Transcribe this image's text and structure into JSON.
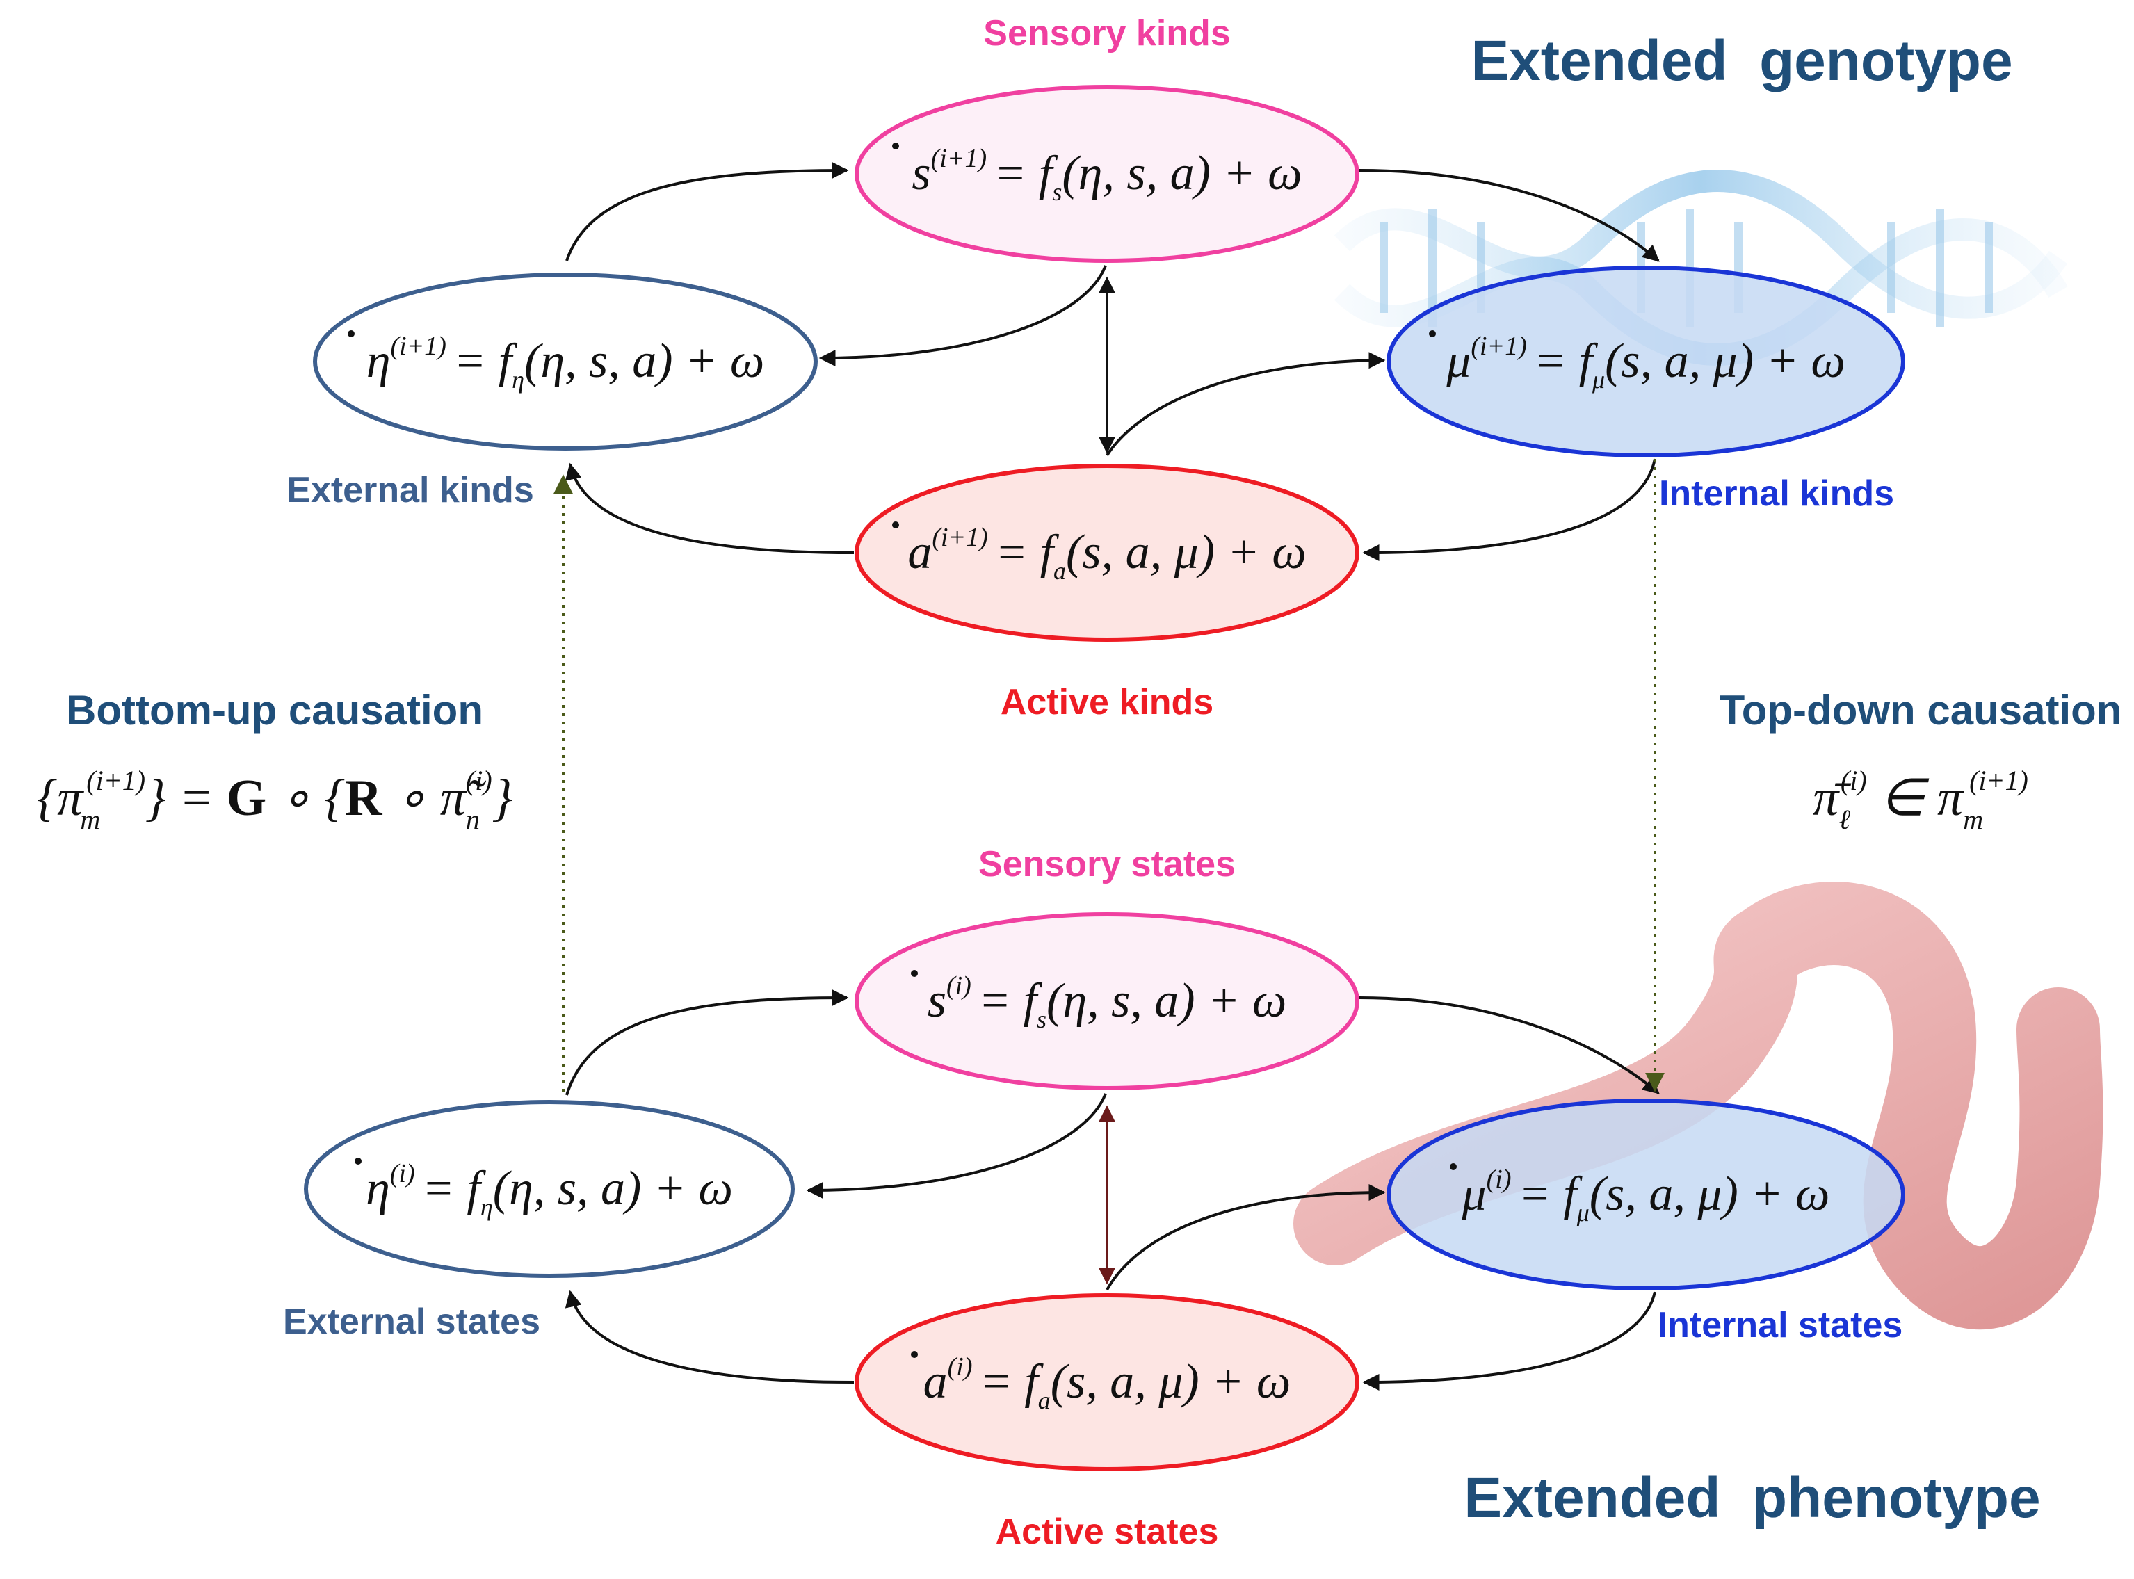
{
  "colors": {
    "external": "#3d5f8e",
    "sensory": "#f040a0",
    "active": "#ee1c24",
    "internal": "#1a35d6",
    "title": "#1f4e79",
    "arrow": "#111111",
    "dotted": "#4a5a1a",
    "coupling_lower": "#6b1a1a"
  },
  "titles": {
    "genotype": "Extended  genotype",
    "phenotype": "Extended  phenotype"
  },
  "kinds": {
    "sensory_label": "Sensory kinds",
    "external_label": "External kinds",
    "internal_label": "Internal kinds",
    "active_label": "Active kinds",
    "sensory_eq": {
      "lhs": "s",
      "sup": "(i+1)",
      "mid": "= f",
      "sub": "s",
      "rhs": "(η, s, a) + ω"
    },
    "external_eq": {
      "lhs": "η",
      "sup": "(i+1)",
      "mid": "= f",
      "sub": "η",
      "rhs": "(η, s, a) + ω"
    },
    "internal_eq": {
      "lhs": "μ",
      "sup": "(i+1)",
      "mid": "= f",
      "sub": "μ",
      "rhs": "(s, a, μ) + ω"
    },
    "active_eq": {
      "lhs": "a",
      "sup": "(i+1)",
      "mid": "= f",
      "sub": "a",
      "rhs": "(s, a, μ) + ω"
    }
  },
  "states": {
    "sensory_label": "Sensory states",
    "external_label": "External states",
    "internal_label": "Internal states",
    "active_label": "Active states",
    "sensory_eq": {
      "lhs": "s",
      "sup": "(i)",
      "mid": "= f",
      "sub": "s",
      "rhs": "(η, s, a) + ω"
    },
    "external_eq": {
      "lhs": "η",
      "sup": "(i)",
      "mid": "= f",
      "sub": "η",
      "rhs": "(η, s, a) + ω"
    },
    "internal_eq": {
      "lhs": "μ",
      "sup": "(i)",
      "mid": "= f",
      "sub": "μ",
      "rhs": "(s, a, μ) + ω"
    },
    "active_eq": {
      "lhs": "a",
      "sup": "(i)",
      "mid": "= f",
      "sub": "a",
      "rhs": "(s, a, μ) + ω"
    }
  },
  "causation": {
    "bottom_up_label": "Bottom-up causation",
    "bottom_up_eq": {
      "open": "{π",
      "sub1": "m",
      "sup1": "(i+1)",
      "mid": "} = ",
      "G": "G",
      "comp1": " ∘ {",
      "R": "R",
      "comp2": " ∘ π̃",
      "sub2": "n",
      "sup2": "(i)",
      "close": "}"
    },
    "top_down_label": "Top-down causation",
    "top_down_eq": {
      "lhs": "π̄",
      "sub1": "ℓ",
      "sup1": "(i)",
      "in": " ∈ π",
      "sub2": "m",
      "sup2": "(i+1)"
    }
  },
  "icons": {
    "upper_image": "dna-helix-icon",
    "lower_image": "worm-icon"
  }
}
